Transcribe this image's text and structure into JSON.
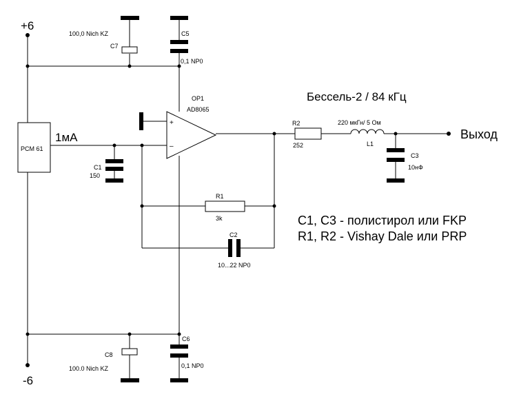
{
  "rails": {
    "pos": "+6",
    "neg": "-6"
  },
  "source": {
    "name": "PCM 61",
    "current": "1мА"
  },
  "opamp": {
    "ref": "OP1",
    "part": "AD8065",
    "plus": "+",
    "minus": "–"
  },
  "components": {
    "c7": {
      "ref": "C7",
      "value": "100,0 Nich KZ"
    },
    "c5": {
      "ref": "C5",
      "value": "0,1 NP0"
    },
    "c8": {
      "ref": "C8",
      "value": "100.0 Nich KZ"
    },
    "c6": {
      "ref": "C6",
      "value": "0,1 NP0"
    },
    "c1": {
      "ref": "C1",
      "value": "150"
    },
    "r1": {
      "ref": "R1",
      "value": "3k"
    },
    "c2": {
      "ref": "C2",
      "value": "10...22 NP0"
    },
    "r2": {
      "ref": "R2",
      "value": "252"
    },
    "l1": {
      "ref": "L1",
      "value": "220 мкГн/ 5 Ом"
    },
    "c3": {
      "ref": "C3",
      "value": "10нФ"
    }
  },
  "filter_title": "Бессель-2 / 84 кГц",
  "output_label": "Выход",
  "notes": [
    "C1, C3 - полистирол или FKP",
    "R1, R2 - Vishay Dale или PRP"
  ]
}
